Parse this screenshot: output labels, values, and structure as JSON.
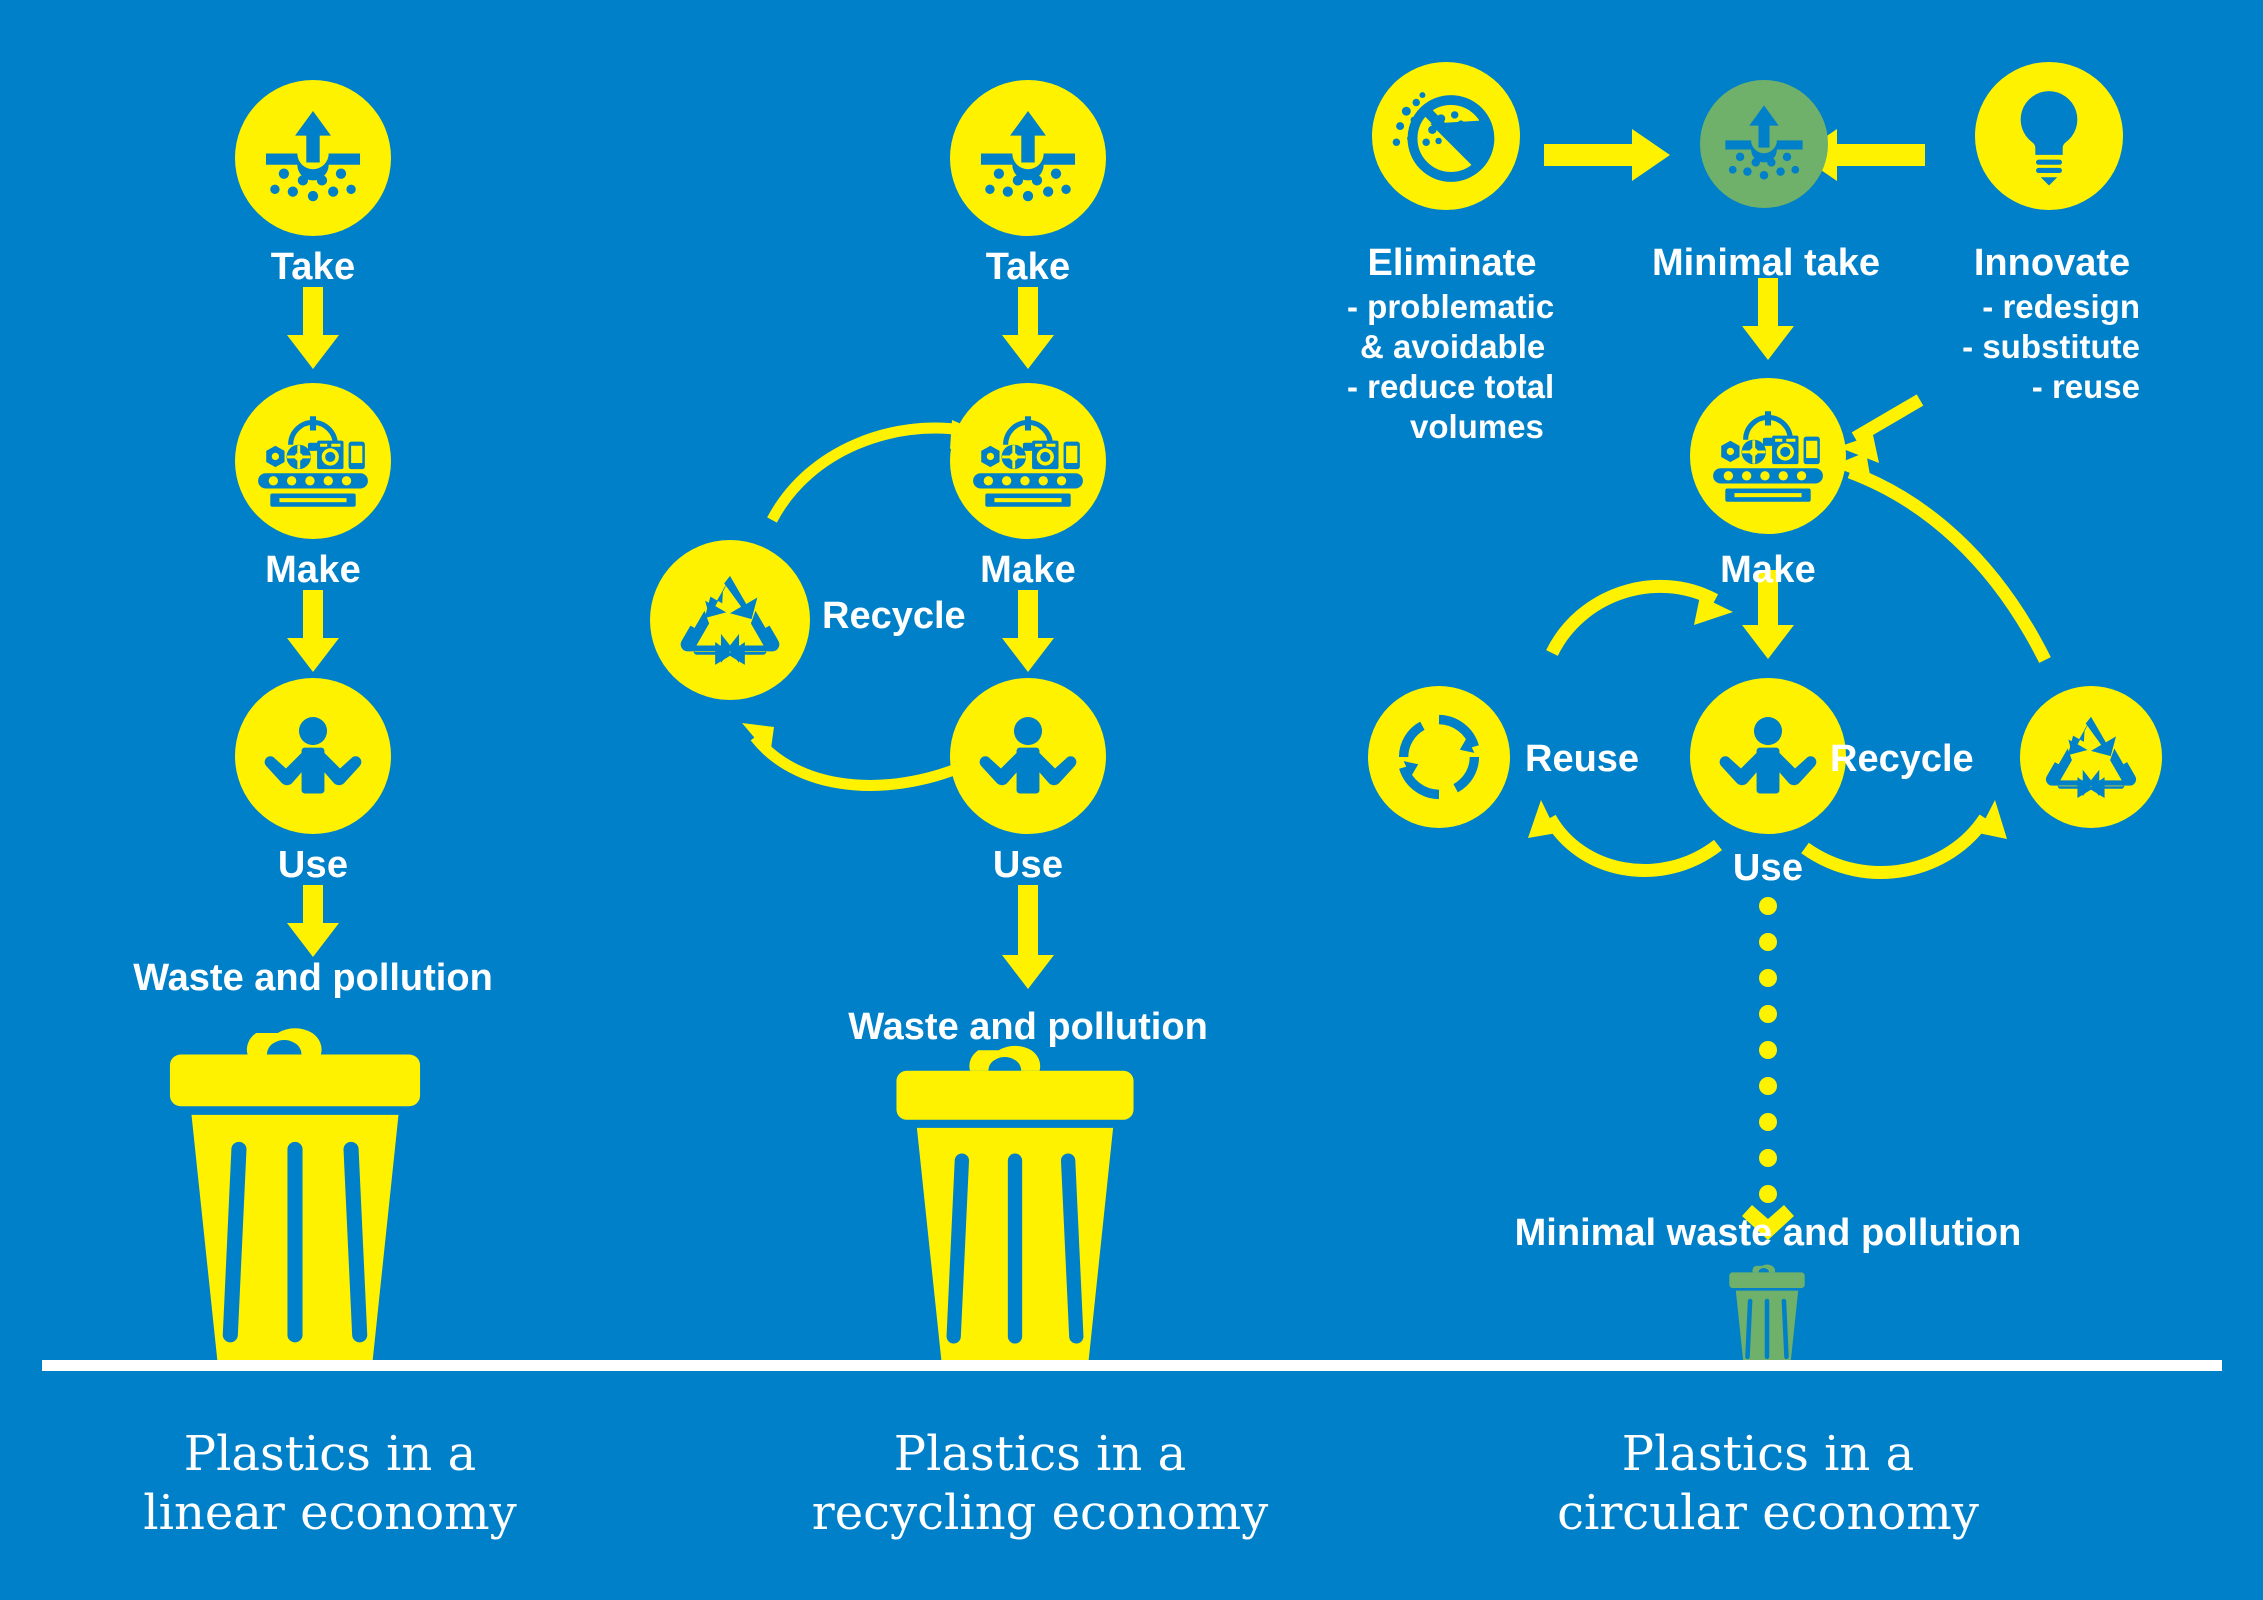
{
  "theme": {
    "background": "#0080c8",
    "accent_yellow": "#fff200",
    "accent_green": "#6fb06a",
    "text_white": "#ffffff"
  },
  "columns": [
    {
      "id": "linear",
      "caption": "Plastics in a\nlinear economy",
      "steps": [
        {
          "label": "Take",
          "icon": "extract-take-icon"
        },
        {
          "label": "Make",
          "icon": "factory-make-icon"
        },
        {
          "label": "Use",
          "icon": "person-use-icon"
        }
      ],
      "waste_label": "Waste and pollution",
      "bin": {
        "icon": "trash-bin-icon",
        "color": "#fff200"
      }
    },
    {
      "id": "recycling",
      "caption": "Plastics in a\nrecycling economy",
      "steps": [
        {
          "label": "Take",
          "icon": "extract-take-icon"
        },
        {
          "label": "Make",
          "icon": "factory-make-icon"
        },
        {
          "label": "Use",
          "icon": "person-use-icon"
        }
      ],
      "loop_label": "Recycle",
      "loop_icon": "recycle-symbol-icon",
      "waste_label": "Waste and pollution",
      "bin": {
        "icon": "trash-bin-icon",
        "color": "#fff200"
      }
    },
    {
      "id": "circular",
      "caption": "Plastics in a\ncircular economy",
      "inputs": [
        {
          "title": "Eliminate",
          "icon": "no-microbeads-icon",
          "bullets": [
            "- problematic",
            "& avoidable",
            "- reduce total",
            "volumes"
          ],
          "align": "left"
        },
        {
          "title": "Minimal take",
          "icon": "extract-take-icon",
          "bullets": [],
          "align": "center",
          "green": true
        },
        {
          "title": "Innovate",
          "icon": "lightbulb-innovate-icon",
          "bullets": [
            "- redesign",
            "- substitute",
            "- reuse"
          ],
          "align": "right"
        }
      ],
      "steps": [
        {
          "label": "Make",
          "icon": "factory-make-icon"
        },
        {
          "label": "Use",
          "icon": "person-use-icon"
        }
      ],
      "reuse_label": "Reuse",
      "reuse_icon": "reuse-loop-icon",
      "recycle_label": "Recycle",
      "recycle_icon": "recycle-symbol-icon",
      "waste_label": "Minimal waste and pollution",
      "bin": {
        "icon": "trash-bin-icon",
        "color": "#6fb06a"
      }
    }
  ]
}
